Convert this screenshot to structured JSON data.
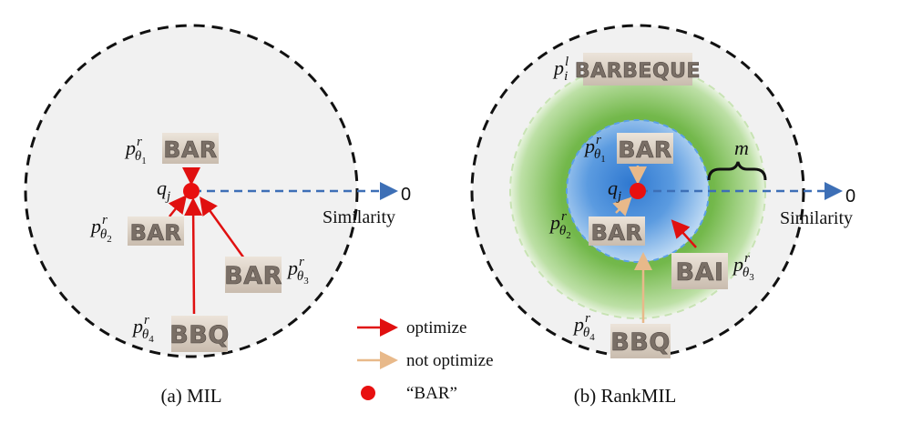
{
  "left_panel": {
    "caption": "(a) MIL",
    "center_label": {
      "base": "q",
      "sub": "j"
    },
    "similarity_label": "Similarity",
    "zero_label": "0",
    "crops": [
      {
        "word": "BAR",
        "label": {
          "base": "p",
          "sup": "r",
          "sub": "θ",
          "subsub": "1"
        }
      },
      {
        "word": "BAR",
        "label": {
          "base": "p",
          "sup": "r",
          "sub": "θ",
          "subsub": "2"
        }
      },
      {
        "word": "BAR",
        "label": {
          "base": "p",
          "sup": "r",
          "sub": "θ",
          "subsub": "3"
        }
      },
      {
        "word": "BBQ",
        "label": {
          "base": "p",
          "sup": "r",
          "sub": "θ",
          "subsub": "4"
        }
      }
    ]
  },
  "right_panel": {
    "caption": "(b) RankMIL",
    "center_label": {
      "base": "q",
      "sub": "j"
    },
    "similarity_label": "Similarity",
    "zero_label": "0",
    "margin_label": "m",
    "crops": [
      {
        "word": "BARBEQUE",
        "label": {
          "base": "p",
          "sup": "l",
          "sub": "i",
          "subsub": ""
        }
      },
      {
        "word": "BAR",
        "label": {
          "base": "p",
          "sup": "r",
          "sub": "θ",
          "subsub": "1"
        }
      },
      {
        "word": "BAR",
        "label": {
          "base": "p",
          "sup": "r",
          "sub": "θ",
          "subsub": "2"
        }
      },
      {
        "word": "BAI",
        "label": {
          "base": "p",
          "sup": "r",
          "sub": "θ",
          "subsub": "3"
        }
      },
      {
        "word": "BBQ",
        "label": {
          "base": "p",
          "sup": "r",
          "sub": "θ",
          "subsub": "4"
        }
      }
    ]
  },
  "legend": {
    "items": [
      {
        "symbol": "red-arrow",
        "label": "optimize"
      },
      {
        "symbol": "tan-arrow",
        "label": "not optimize"
      },
      {
        "symbol": "red-dot",
        "label": "“BAR”"
      }
    ]
  },
  "colors": {
    "optimize_arrow": "#e01010",
    "not_optimize_arrow": "#e8b98a",
    "center_dot": "#e81010",
    "dashed_axis": "#3d6fb6",
    "outer_circle_fill": "#f1f1f1",
    "green_ring": "#7cbf4a",
    "blue_core": "#4a90d9"
  }
}
